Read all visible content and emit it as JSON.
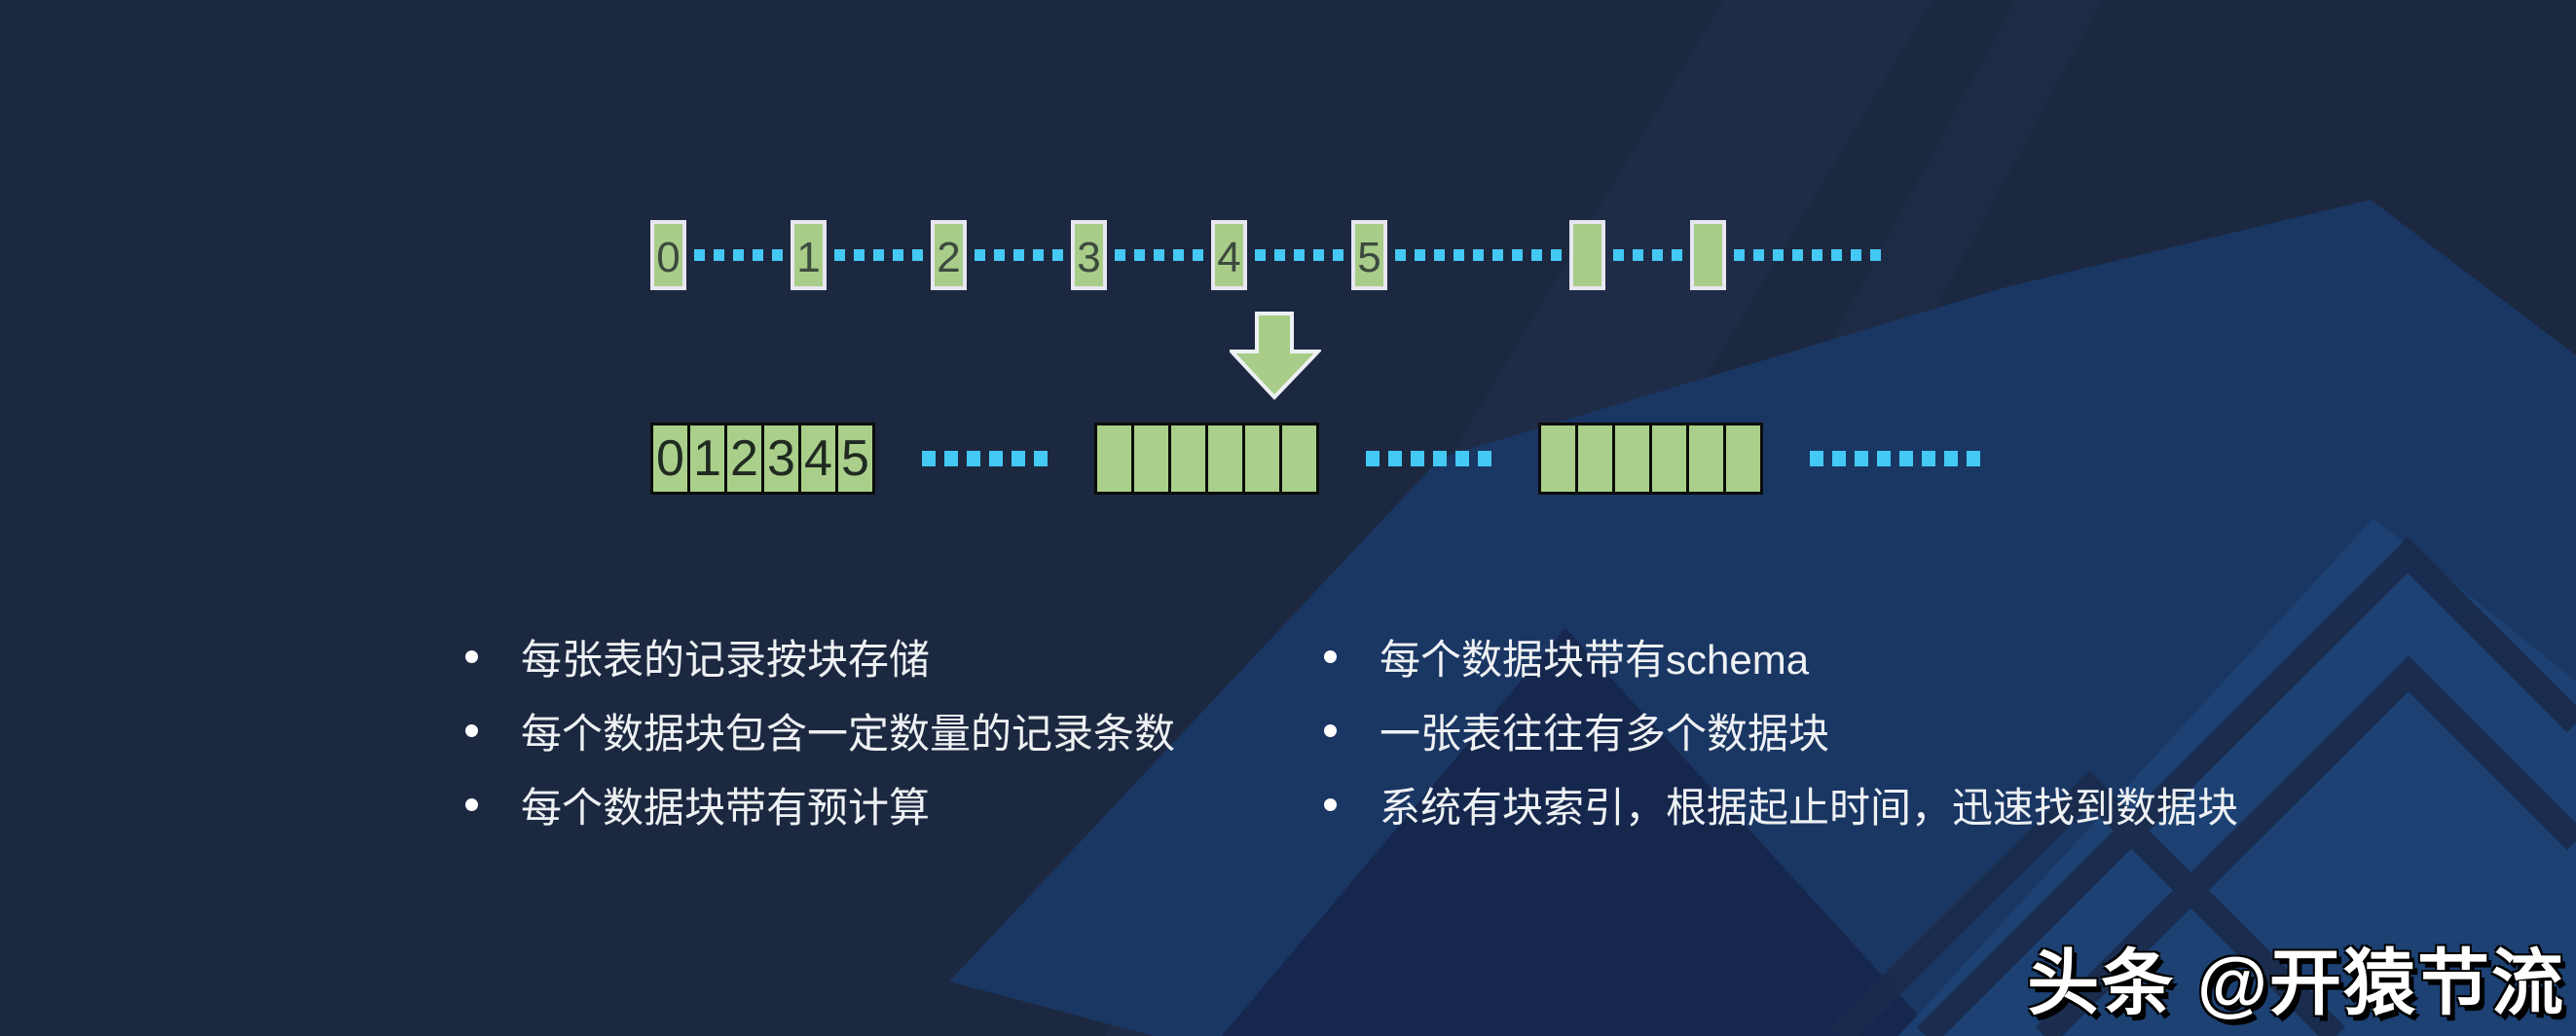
{
  "colors": {
    "background": "#1c2840",
    "bright_region": "#1a3765",
    "corner_region": "#1d4373",
    "chevron_line": "#1a2b4c",
    "box_green": "#a7cd88",
    "cell_green": "#a9cf8a",
    "dash_cyan": "#44c8f4",
    "text": "#eef1f3"
  },
  "diagram": {
    "timeline": [
      {
        "type": "box",
        "label": "0"
      },
      {
        "type": "dashes",
        "count": 5
      },
      {
        "type": "box",
        "label": "1"
      },
      {
        "type": "dashes",
        "count": 5
      },
      {
        "type": "box",
        "label": "2"
      },
      {
        "type": "dashes",
        "count": 5
      },
      {
        "type": "box",
        "label": "3"
      },
      {
        "type": "dashes",
        "count": 5
      },
      {
        "type": "box",
        "label": "4"
      },
      {
        "type": "dashes",
        "count": 5
      },
      {
        "type": "box",
        "label": "5"
      },
      {
        "type": "dashes",
        "count": 9
      },
      {
        "type": "box",
        "label": ""
      },
      {
        "type": "dashes",
        "count": 4
      },
      {
        "type": "box",
        "label": ""
      },
      {
        "type": "dashes",
        "count": 8
      }
    ],
    "arrow": "down-arrow",
    "blocks": [
      {
        "type": "group",
        "cells": [
          "0",
          "1",
          "2",
          "3",
          "4",
          "5"
        ]
      },
      {
        "type": "dashes",
        "count": 6
      },
      {
        "type": "group",
        "cells": [
          "",
          "",
          "",
          "",
          "",
          ""
        ]
      },
      {
        "type": "dashes",
        "count": 6
      },
      {
        "type": "group",
        "cells": [
          "",
          "",
          "",
          "",
          "",
          ""
        ]
      },
      {
        "type": "dashes",
        "count": 8
      }
    ]
  },
  "bullets": {
    "left": [
      "每张表的记录按块存储",
      "每个数据块包含一定数量的记录条数",
      "每个数据块带有预计算"
    ],
    "right": [
      "每个数据块带有schema",
      "一张表往往有多个数据块",
      "系统有块索引，根据起止时间，迅速找到数据块"
    ]
  },
  "watermark": {
    "text": "头条 @开猿节流"
  }
}
